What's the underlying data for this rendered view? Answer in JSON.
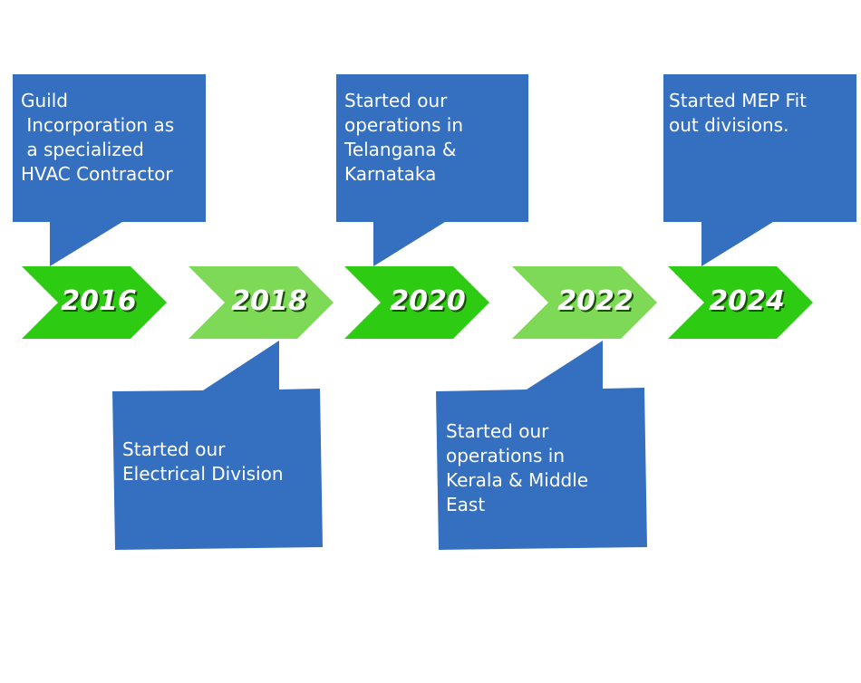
{
  "colors": {
    "callout": "#3570C0",
    "arrow_dark": "#2DCB12",
    "arrow_light": "#7ED957",
    "year_text": "#ffffff",
    "year_shadow": "#1b4d0c",
    "callout_text": "#ffffff"
  },
  "milestones": [
    {
      "year": "2016",
      "arrow_color": "dark",
      "callout_text": "Guild\n Incorporation as\n a specialized\nHVAC Contractor"
    },
    {
      "year": "2018",
      "arrow_color": "light",
      "callout_text": "Started our\nElectrical Division"
    },
    {
      "year": "2020",
      "arrow_color": "dark",
      "callout_text": "Started our\noperations in\nTelangana &\nKarnataka"
    },
    {
      "year": "2022",
      "arrow_color": "light",
      "callout_text": "Started our\noperations in\nKerala & Middle\nEast"
    },
    {
      "year": "2024",
      "arrow_color": "dark",
      "callout_text": "Started MEP Fit\nout divisions."
    }
  ]
}
